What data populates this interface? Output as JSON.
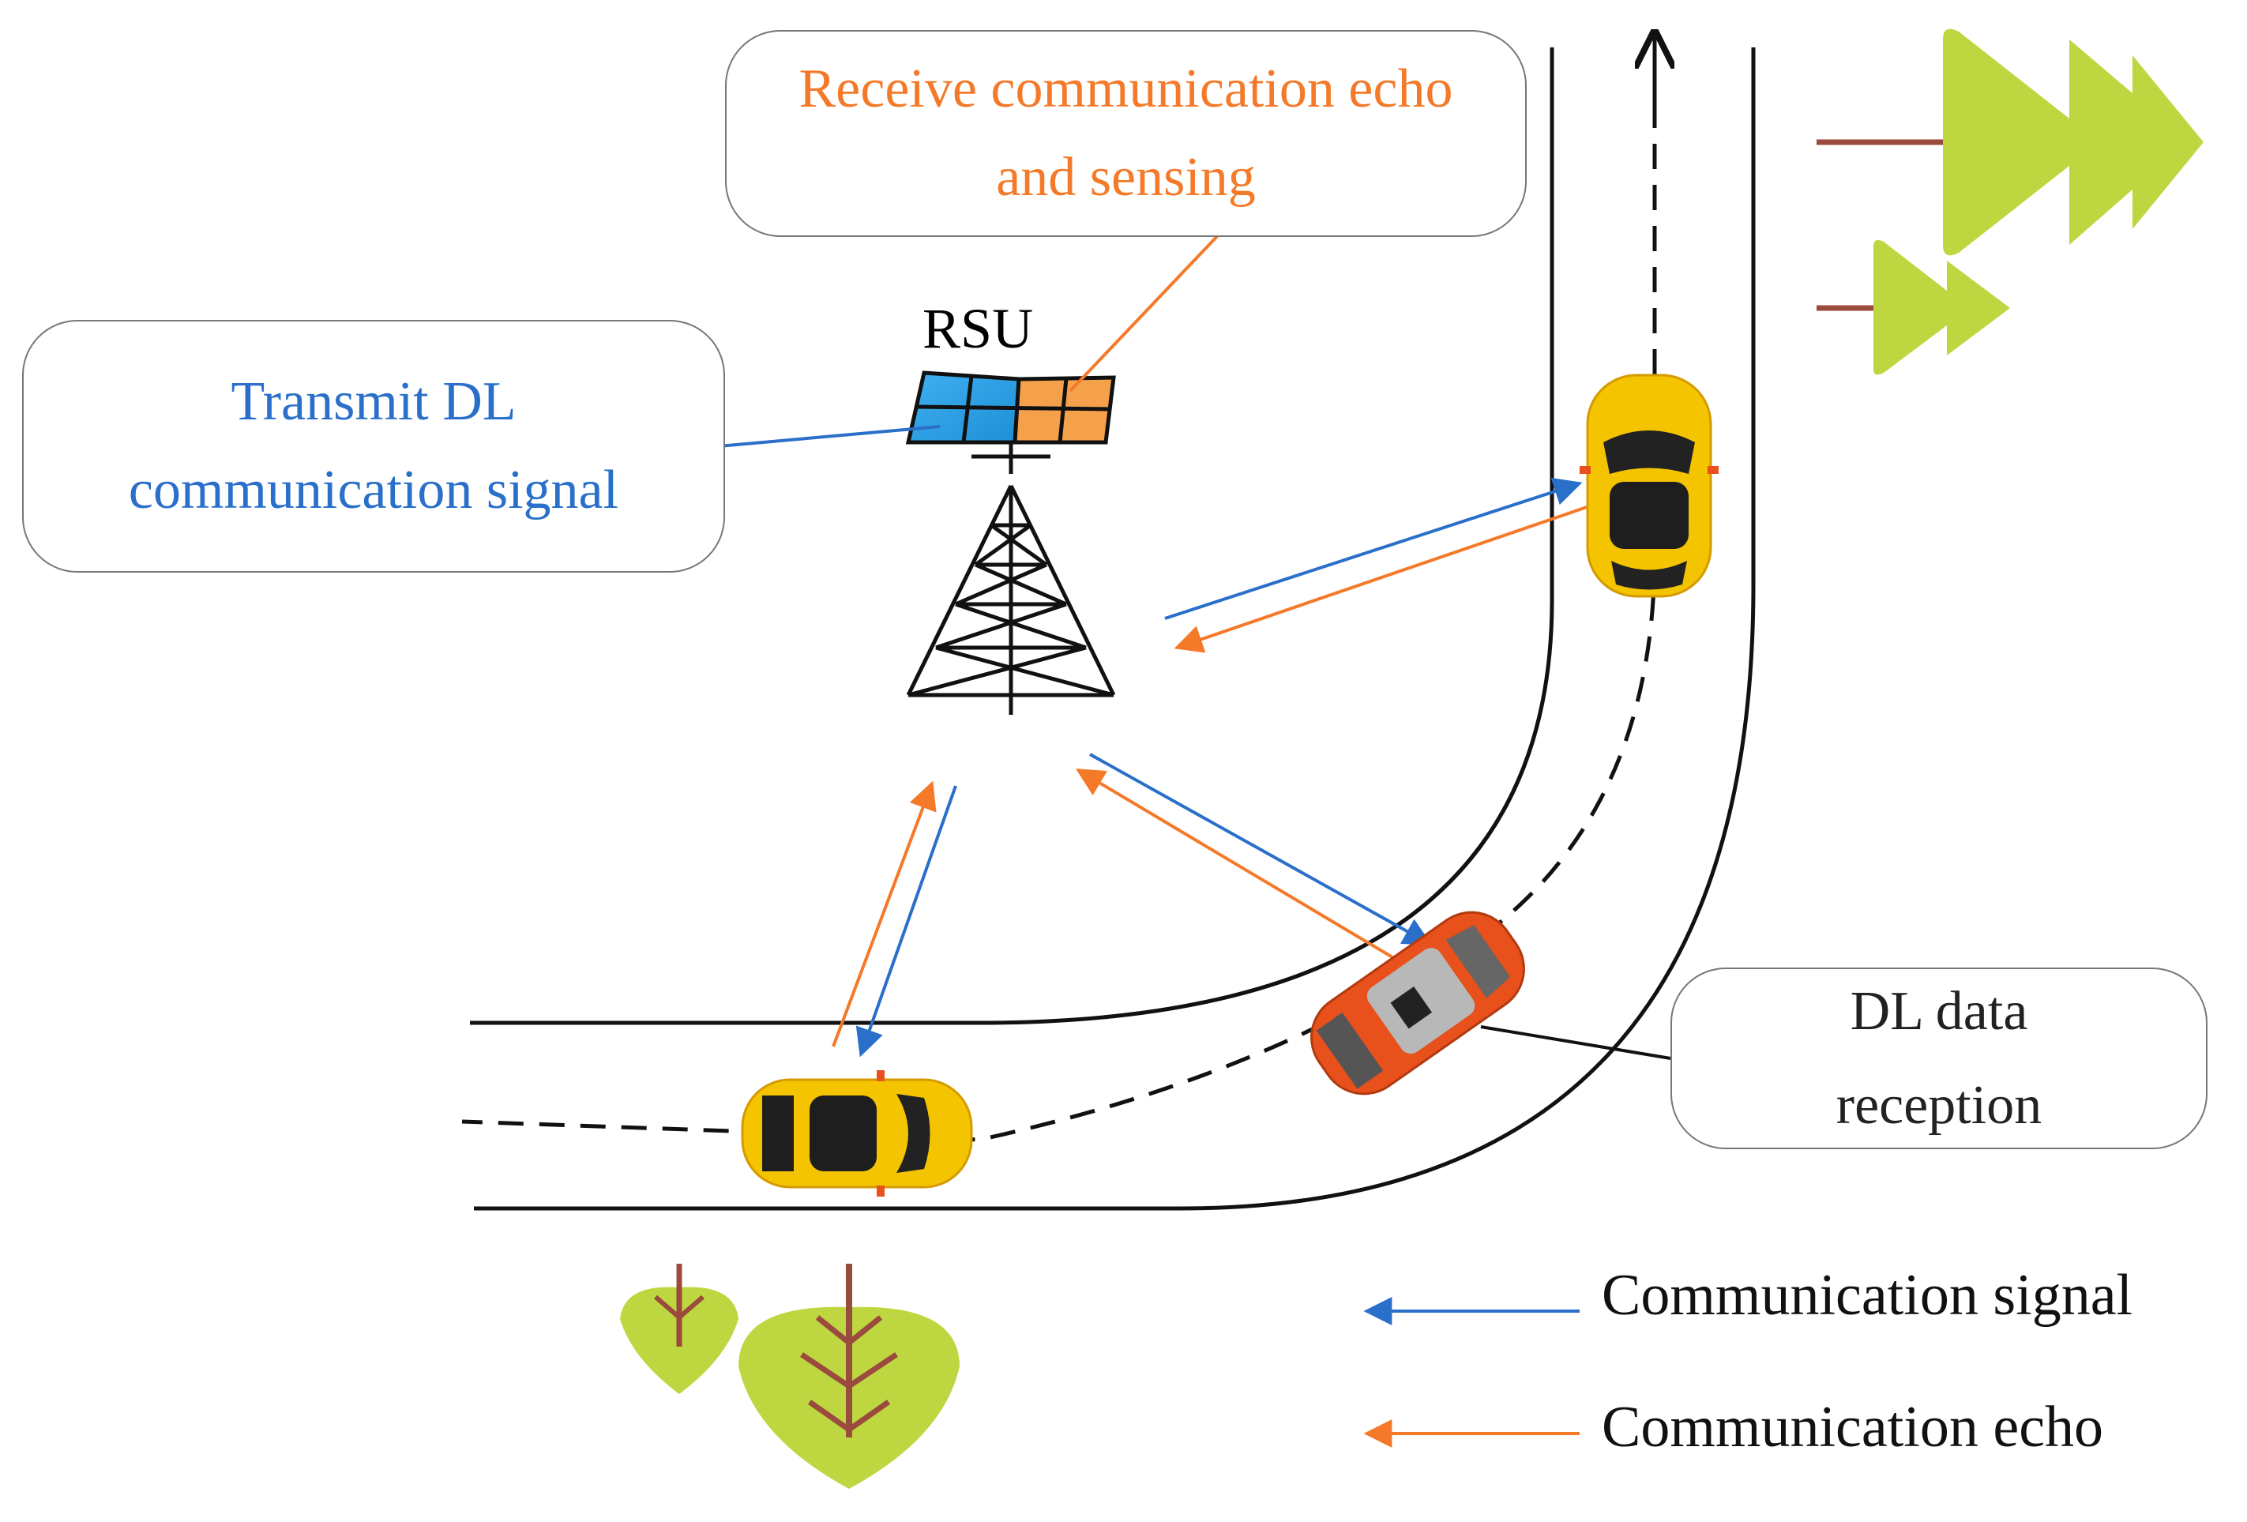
{
  "callouts": {
    "sensing": "Receive communication echo and sensing",
    "transmit": "Transmit  DL communication  signal",
    "reception": "DL data reception"
  },
  "rsu_label": "RSU",
  "legend": {
    "signal": "Communication signal",
    "echo": "Communication echo"
  },
  "colors": {
    "signal": "#2a6fc9",
    "echo": "#f47a2a",
    "car_yellow": "#f5c400",
    "car_red": "#e8501c",
    "tree_green": "#bed740",
    "trunk": "#9b4a3e"
  }
}
